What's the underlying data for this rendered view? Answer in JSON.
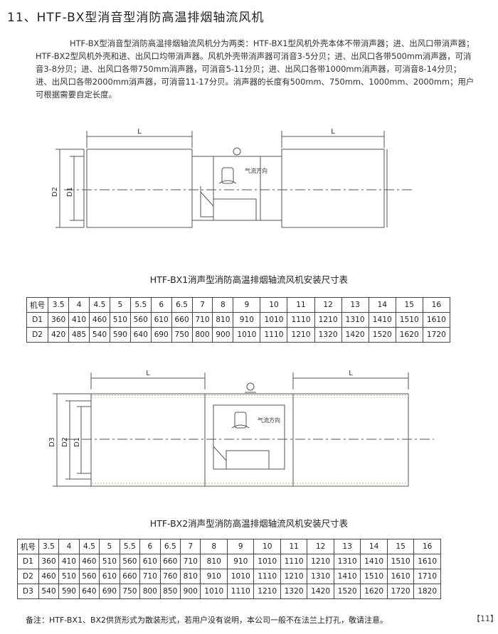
{
  "heading": "11、HTF-BX型消音型消防高温排烟轴流风机",
  "intro": "HTF-BX型消音型消防高温排烟轴流风机分为两类：HTF-BX1型风机外壳本体不带消声器；进、出风口带消声器；HTF-BX2型风机外壳和进、出风口均带消声器。风机外壳带消声器可消音3-5分贝；进、出风口各带500mm消声器，可消音3-8分贝；进、出风口各带750mm消声器，可消音5-11分贝；进、出风口各带1000mm消声器，可消音8-14分贝；进、出风口各带2000mm消声器，可消音11-17分贝。消声器的长度有500mm、750mm、1000mm、2000mm；用户可根据需要自定长度。",
  "diagram1": {
    "L_left": "L",
    "L_right": "L",
    "D2": "D2",
    "D1": "D1",
    "flow": "气流方向"
  },
  "diagram2": {
    "L_left": "L",
    "L_right": "L",
    "D3": "D3",
    "D2": "D2",
    "D1": "D1",
    "flow": "气流方向"
  },
  "table1": {
    "caption": "HTF-BX1消声型消防高温排烟轴流风机安装尺寸表",
    "rows": [
      [
        "机号",
        "3.5",
        "4",
        "4.5",
        "5",
        "5.5",
        "6",
        "6.5",
        "7",
        "8",
        "9",
        "10",
        "11",
        "12",
        "13",
        "14",
        "15",
        "16"
      ],
      [
        "D1",
        "360",
        "410",
        "460",
        "510",
        "560",
        "610",
        "660",
        "710",
        "810",
        "910",
        "1010",
        "1110",
        "1210",
        "1310",
        "1410",
        "1510",
        "1610"
      ],
      [
        "D2",
        "420",
        "485",
        "540",
        "590",
        "640",
        "690",
        "750",
        "800",
        "900",
        "1010",
        "1110",
        "1210",
        "1320",
        "1420",
        "1520",
        "1620",
        "1720"
      ]
    ]
  },
  "table2": {
    "caption": "HTF-BX2消声型消防高温排烟轴流风机安装尺寸表",
    "rows": [
      [
        "机号",
        "3.5",
        "4",
        "4.5",
        "5",
        "5.5",
        "6",
        "6.5",
        "7",
        "8",
        "9",
        "10",
        "11",
        "12",
        "13",
        "14",
        "15",
        "16"
      ],
      [
        "D1",
        "360",
        "410",
        "460",
        "510",
        "560",
        "610",
        "660",
        "710",
        "810",
        "910",
        "1010",
        "1110",
        "1210",
        "1310",
        "1410",
        "1510",
        "1610"
      ],
      [
        "D2",
        "460",
        "510",
        "560",
        "610",
        "660",
        "710",
        "760",
        "810",
        "910",
        "1010",
        "1110",
        "1210",
        "1310",
        "1410",
        "1510",
        "1610",
        "1710"
      ],
      [
        "D3",
        "540",
        "590",
        "640",
        "690",
        "750",
        "800",
        "850",
        "900",
        "1010",
        "1110",
        "1210",
        "1320",
        "1420",
        "1520",
        "1620",
        "1720",
        "1820"
      ]
    ]
  },
  "footnote": "备注：HTF-BX1、BX2供货形式为散装形式，若用户没有说明，本公司一般不在法兰上打孔，敬请注意。",
  "page_number": "【11】"
}
